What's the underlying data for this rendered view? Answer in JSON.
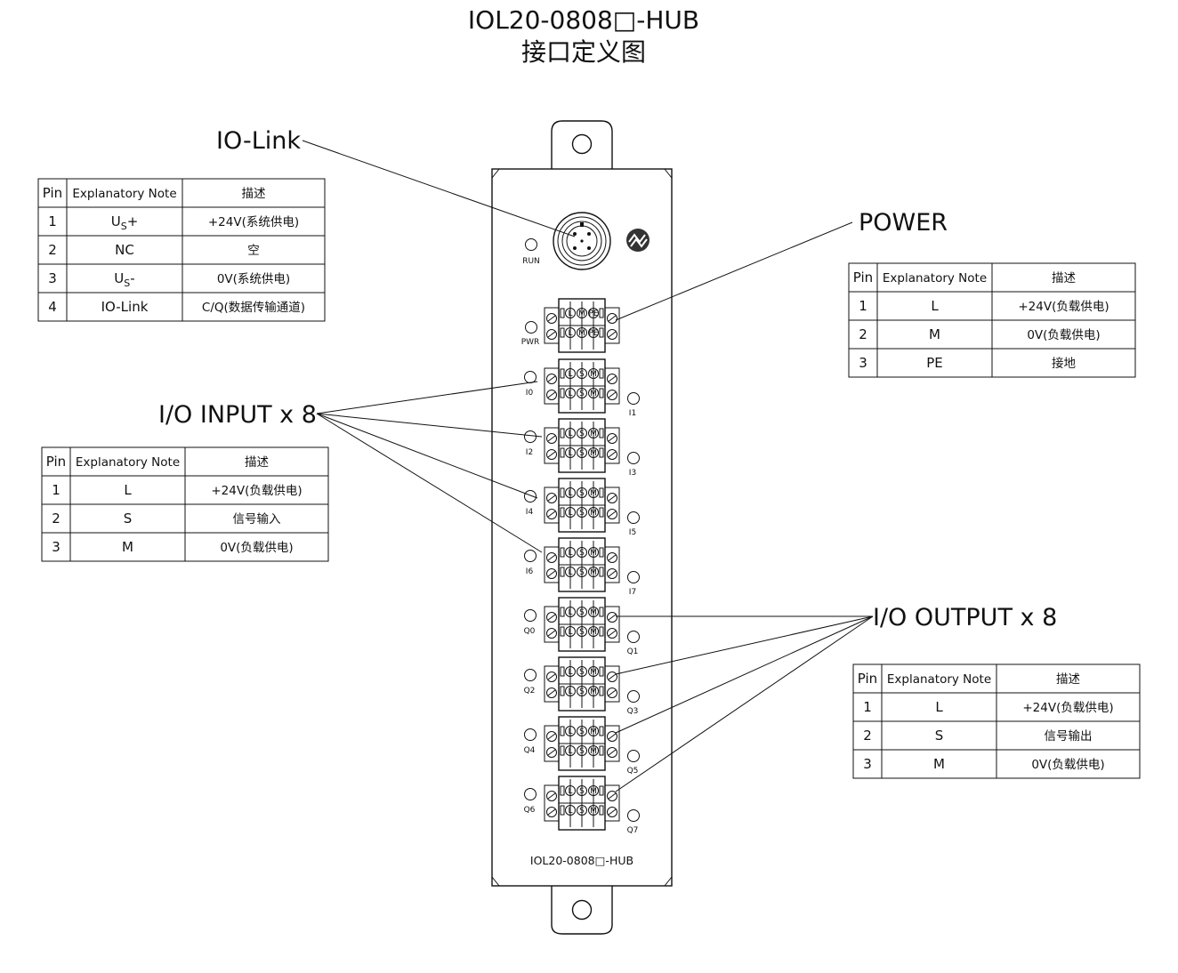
{
  "title": {
    "line1": "IOL20-0808□-HUB",
    "line2": "接口定义图"
  },
  "labels": {
    "iolink": "IO-Link",
    "power": "POWER",
    "input": "I/O INPUT x 8",
    "output": "I/O OUTPUT x 8"
  },
  "tables": {
    "iolink": {
      "headers": [
        "Pin",
        "Explanatory Note",
        "描述"
      ],
      "rows": [
        {
          "pin": "1",
          "note": "U",
          "note_sub": "S",
          "note_suffix": "+",
          "desc": "+24V(系统供电)"
        },
        {
          "pin": "2",
          "note": "NC",
          "note_sub": "",
          "note_suffix": "",
          "desc": "空"
        },
        {
          "pin": "3",
          "note": "U",
          "note_sub": "S",
          "note_suffix": "-",
          "desc": "0V(系统供电)"
        },
        {
          "pin": "4",
          "note": "IO-Link",
          "note_sub": "",
          "note_suffix": "",
          "desc": "C/Q(数据传输通道)"
        }
      ]
    },
    "power": {
      "headers": [
        "Pin",
        "Explanatory Note",
        "描述"
      ],
      "rows": [
        {
          "pin": "1",
          "note": "L",
          "desc": "+24V(负载供电)"
        },
        {
          "pin": "2",
          "note": "M",
          "desc": "0V(负载供电)"
        },
        {
          "pin": "3",
          "note": "PE",
          "desc": "接地"
        }
      ]
    },
    "input": {
      "headers": [
        "Pin",
        "Explanatory Note",
        "描述"
      ],
      "rows": [
        {
          "pin": "1",
          "note": "L",
          "desc": "+24V(负载供电)"
        },
        {
          "pin": "2",
          "note": "S",
          "desc": "信号输入"
        },
        {
          "pin": "3",
          "note": "M",
          "desc": "0V(负载供电)"
        }
      ]
    },
    "output": {
      "headers": [
        "Pin",
        "Explanatory Note",
        "描述"
      ],
      "rows": [
        {
          "pin": "1",
          "note": "L",
          "desc": "+24V(负载供电)"
        },
        {
          "pin": "2",
          "note": "S",
          "desc": "信号输出"
        },
        {
          "pin": "3",
          "note": "M",
          "desc": "0V(负载供电)"
        }
      ]
    }
  },
  "device": {
    "name": "IOL20-0808□-HUB",
    "run_led": "RUN",
    "pwr_led": "PWR",
    "power_pins": [
      "L",
      "M",
      "PE"
    ],
    "io_pins": [
      "L",
      "S",
      "M"
    ],
    "blocks": [
      {
        "left": "I0",
        "right": "I1"
      },
      {
        "left": "I2",
        "right": "I3"
      },
      {
        "left": "I4",
        "right": "I5"
      },
      {
        "left": "I6",
        "right": "I7"
      },
      {
        "left": "Q0",
        "right": "Q1"
      },
      {
        "left": "Q2",
        "right": "Q3"
      },
      {
        "left": "Q4",
        "right": "Q5"
      },
      {
        "left": "Q6",
        "right": "Q7"
      }
    ]
  }
}
